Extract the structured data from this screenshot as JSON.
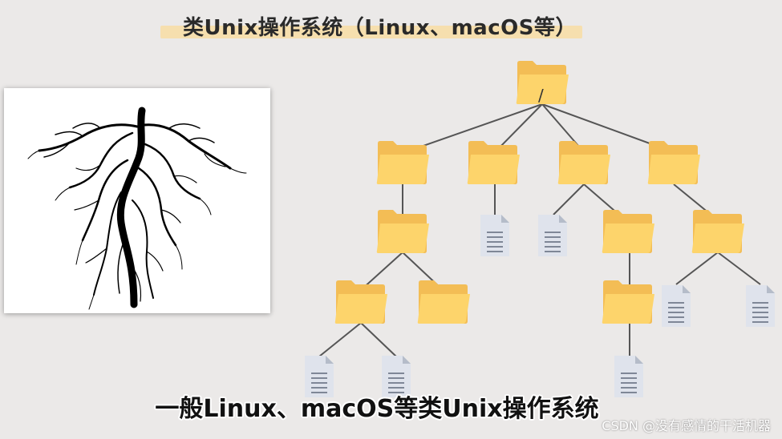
{
  "header": {
    "title": "类Unix操作系统（Linux、macOS等）"
  },
  "diagram": {
    "root_label": "/"
  },
  "caption": {
    "subtitle": "一般Linux、macOS等类Unix操作系统"
  },
  "watermark": {
    "text": "CSDN @没有感情的干活机器"
  },
  "colors": {
    "background": "#ebe9e8",
    "title_highlight": "#f6dfae",
    "folder_front": "#fdd46b",
    "folder_back": "#f3bd55",
    "file_body": "#dfe3ec",
    "connector": "#555555"
  }
}
